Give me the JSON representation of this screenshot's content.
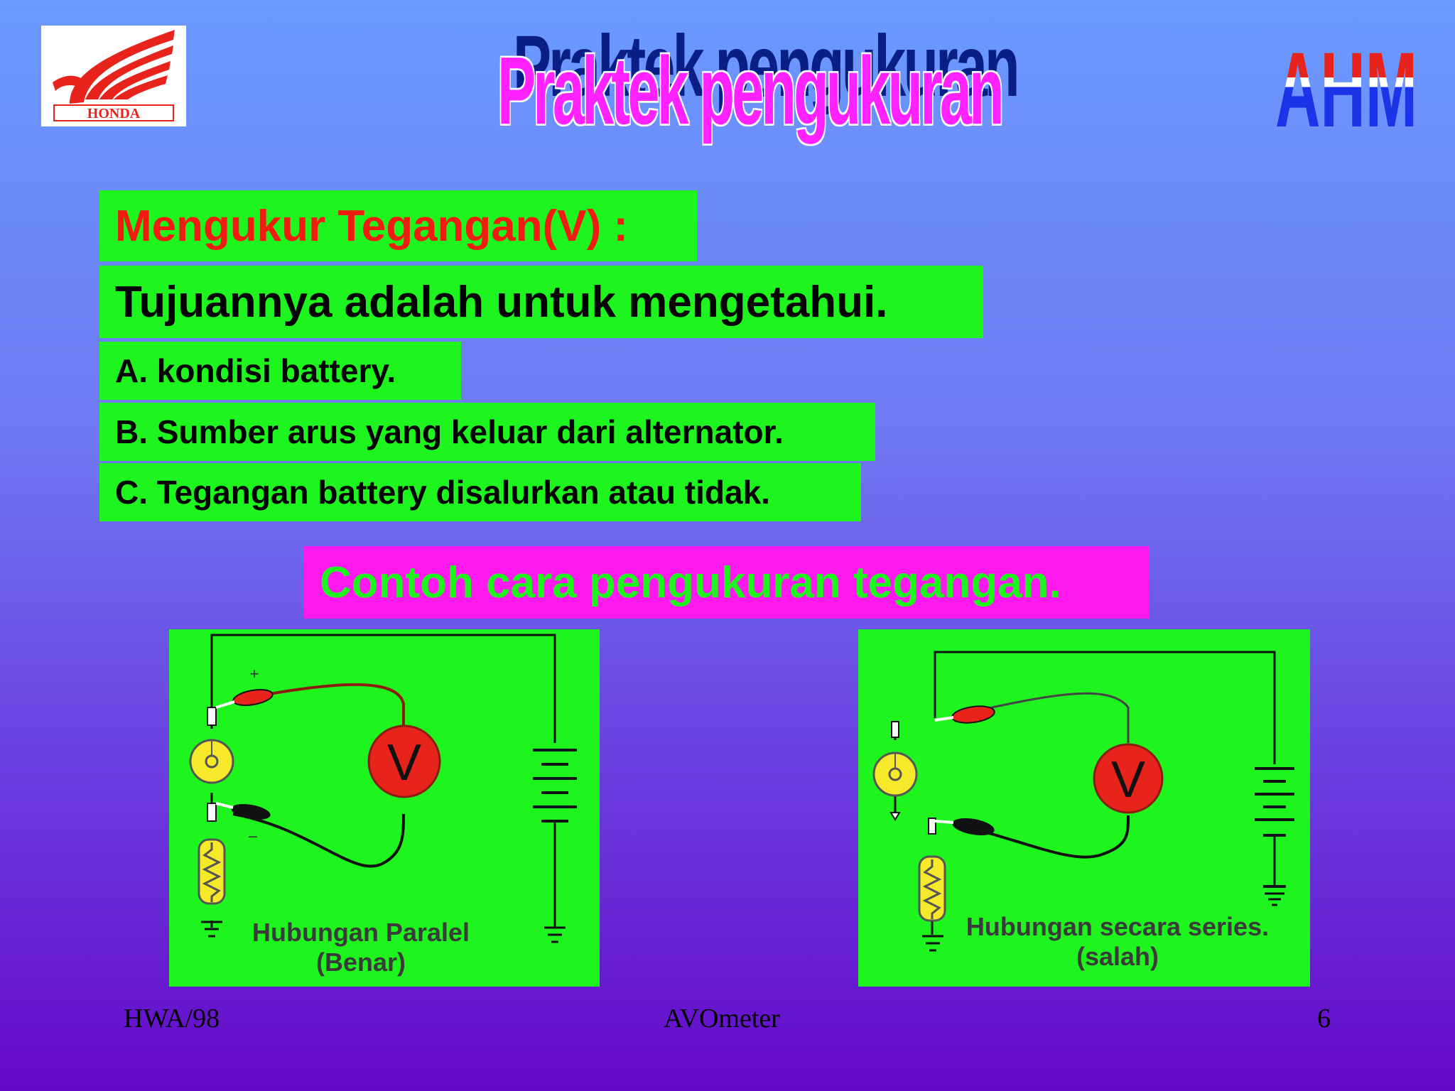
{
  "logos": {
    "left": {
      "name": "honda-wing-logo",
      "text": "HONDA"
    },
    "right": {
      "name": "ahm-logo",
      "text": "AHM"
    }
  },
  "title": "Praktek pengukuran",
  "heading": "Mengukur Tegangan(V) :",
  "purpose": "Tujuannya adalah untuk mengetahui.",
  "items": [
    "A. kondisi battery.",
    "B. Sumber arus yang keluar dari alternator.",
    "C. Tegangan battery disalurkan atau tidak."
  ],
  "example_heading": "Contoh cara pengukuran tegangan.",
  "diagrams": [
    {
      "meter_symbol": "V",
      "plus": "+",
      "minus": "–",
      "caption_line1": "Hubungan Paralel",
      "caption_line2": "(Benar)"
    },
    {
      "meter_symbol": "V",
      "caption_line1": "Hubungan secara series.",
      "caption_line2": "(salah)"
    }
  ],
  "footer": {
    "left": "HWA/98",
    "center": "AVOmeter",
    "right": "6"
  },
  "colors": {
    "green": "#1ef51e",
    "magenta": "#ff19ee",
    "red": "#f21b12",
    "navy": "#0a1f86"
  }
}
